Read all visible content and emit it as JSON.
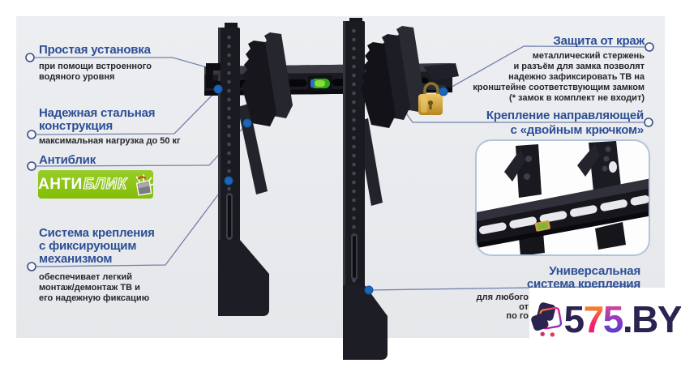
{
  "colors": {
    "panel_bg": "#e9ebee",
    "heading_blue": "#2d4f96",
    "body_text": "#26252b",
    "callout_line": "#7282aa",
    "marker_dot_blue": "#1b66b8",
    "badge_green": "#8bc51a",
    "logo_navy": "#2b2350",
    "padlock_gold": "#d9a93c",
    "level_green": "#55c41e"
  },
  "callouts": {
    "left": [
      {
        "title_lines": [
          "Простая установка"
        ],
        "sub_lines": [
          "при помощи встроенного",
          "водяного уровня"
        ]
      },
      {
        "title_lines": [
          "Надежная стальная",
          "конструкция"
        ],
        "sub_lines": [
          "максимальная нагрузка до 50 кг"
        ]
      },
      {
        "title_lines": [
          "Антиблик"
        ],
        "sub_lines": []
      },
      {
        "title_lines": [
          "Система крепления",
          "с фиксирующим",
          "механизмом"
        ],
        "sub_lines": [
          "обеспечивает легкий",
          "монтаж/демонтаж ТВ и",
          "его надежную фиксацию"
        ]
      }
    ],
    "right": [
      {
        "title_lines": [
          "Защита от краж"
        ],
        "sub_lines": [
          "металлический стержень",
          "и разъём для замка позволят",
          "надежно зафиксировать ТВ на",
          "кронштейне соответствующим замком",
          "(* замок в комплект не входит)"
        ]
      },
      {
        "title_lines": [
          "Крепление направляющей",
          "с «двойным крючком»"
        ],
        "sub_lines": []
      },
      {
        "title_lines": [
          "Универсальная",
          "система крепления"
        ],
        "sub_lines": [
          "для любого",
          "от",
          "по го"
        ]
      }
    ]
  },
  "badge": {
    "part1": "АНТИ",
    "part2": "БЛИК"
  },
  "logo": {
    "d1": "5",
    "d2": "7",
    "d3": "5",
    "suffix": ".BY"
  }
}
